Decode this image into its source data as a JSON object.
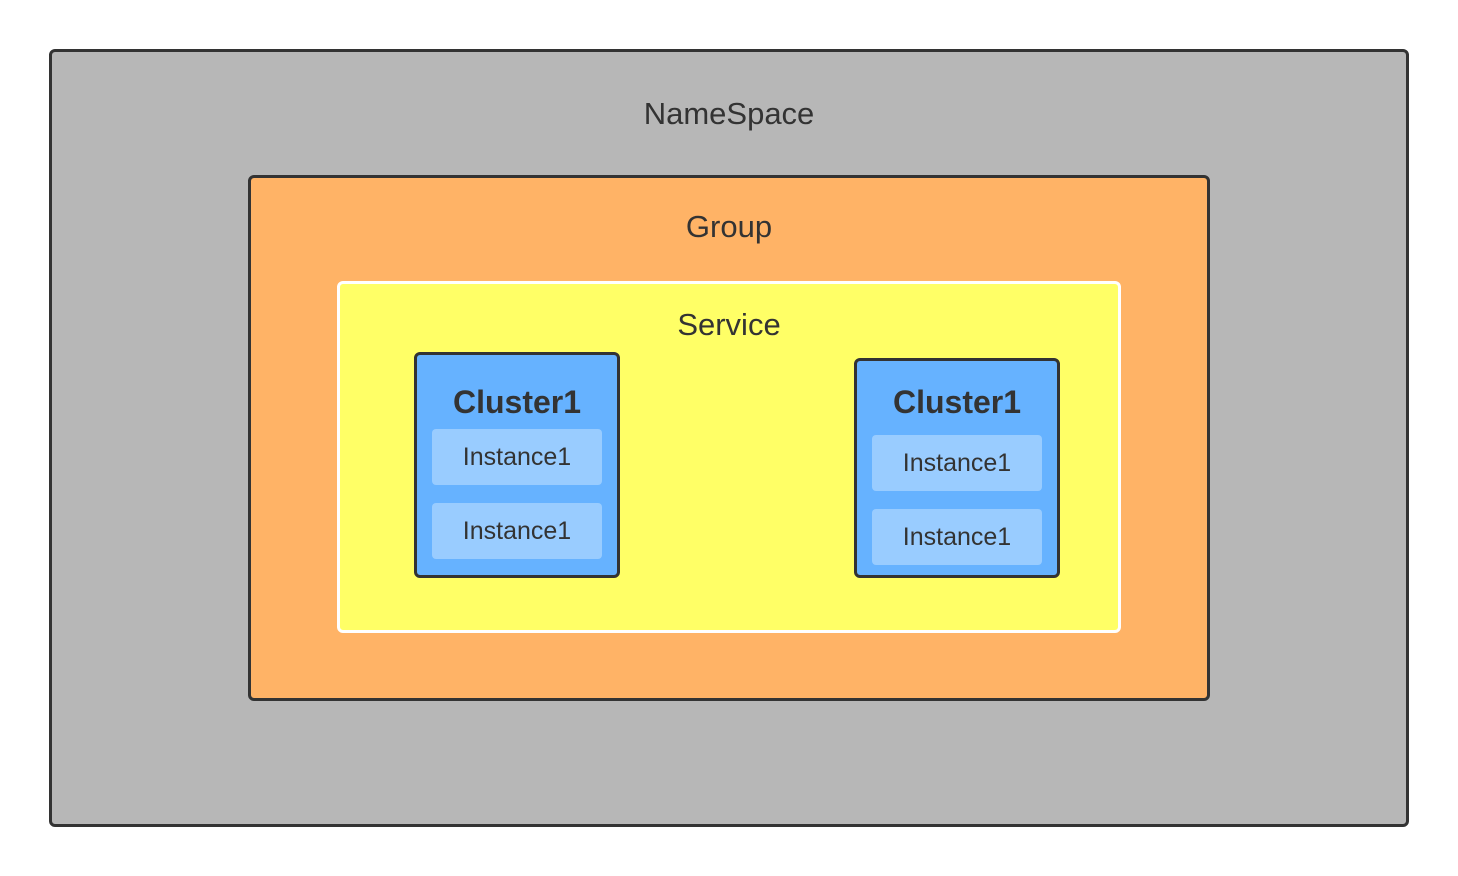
{
  "colors": {
    "namespace_fill": "#b7b7b7",
    "group_fill": "#ffb366",
    "service_fill": "#ffff66",
    "cluster_fill": "#66b2ff",
    "instance_fill": "#99ccff",
    "border": "#333333",
    "text": "#333333"
  },
  "namespace": {
    "label": "NameSpace",
    "group": {
      "label": "Group",
      "service": {
        "label": "Service",
        "clusters": [
          {
            "label": "Cluster1",
            "instances": [
              "Instance1",
              "Instance1"
            ]
          },
          {
            "label": "Cluster1",
            "instances": [
              "Instance1",
              "Instance1"
            ]
          }
        ]
      }
    }
  }
}
